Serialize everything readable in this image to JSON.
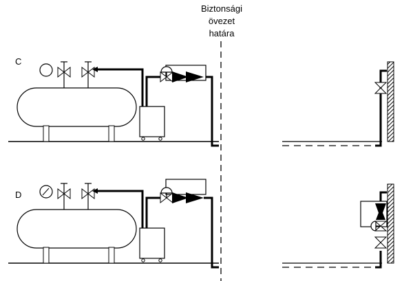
{
  "zone_label": {
    "line1": "Biztonsági",
    "line2": "övezet",
    "line3": "határa"
  },
  "sections": [
    {
      "label": "C"
    },
    {
      "label": "D"
    }
  ]
}
